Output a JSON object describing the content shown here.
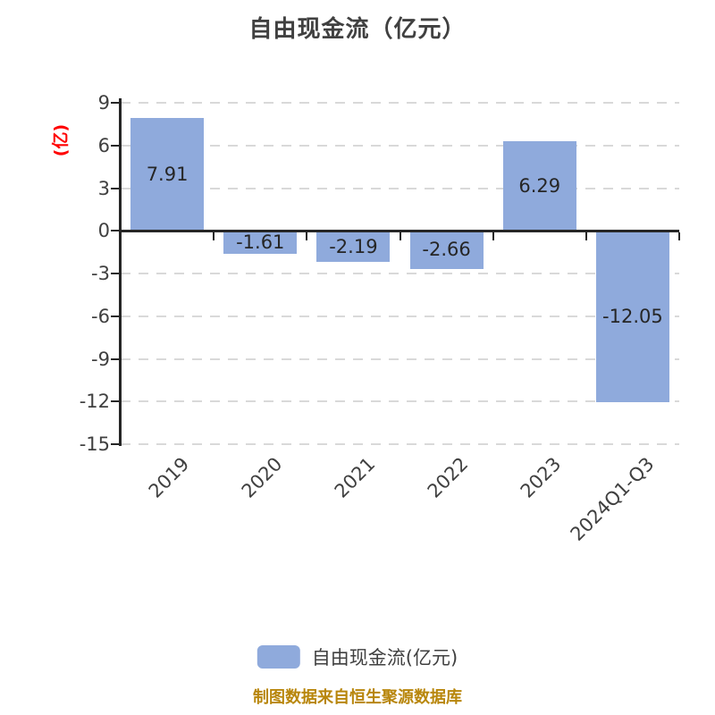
{
  "title": "自由现金流（亿元）",
  "y_axis_title": "(亿)",
  "legend": {
    "label": "自由现金流(亿元)"
  },
  "footer": "制图数据来自恒生聚源数据库",
  "chart_data": {
    "type": "bar",
    "title": "自由现金流（亿元）",
    "ylabel": "(亿)",
    "categories": [
      "2019",
      "2020",
      "2021",
      "2022",
      "2023",
      "2024Q1-Q3"
    ],
    "values": [
      7.91,
      -1.61,
      -2.19,
      -2.66,
      6.29,
      -12.05
    ],
    "value_labels": [
      "7.91",
      "-1.61",
      "-2.19",
      "-2.66",
      "6.29",
      "-12.05"
    ],
    "ylim": [
      -15,
      9
    ],
    "yticks": [
      9,
      6,
      3,
      0,
      -3,
      -6,
      -9,
      -12,
      -15
    ],
    "grid": "horizontal-dashed",
    "legend_position": "bottom",
    "colors": {
      "bar": "#8FAADC",
      "title": "#404040",
      "ylabel": "#FF0000",
      "tick_label": "#404040",
      "value_label": "#262626",
      "axis": "#262626",
      "gridline": "#D9D9D9",
      "legend_label": "#404040",
      "footer": "#B8860B",
      "background": "#FFFFFF"
    }
  }
}
